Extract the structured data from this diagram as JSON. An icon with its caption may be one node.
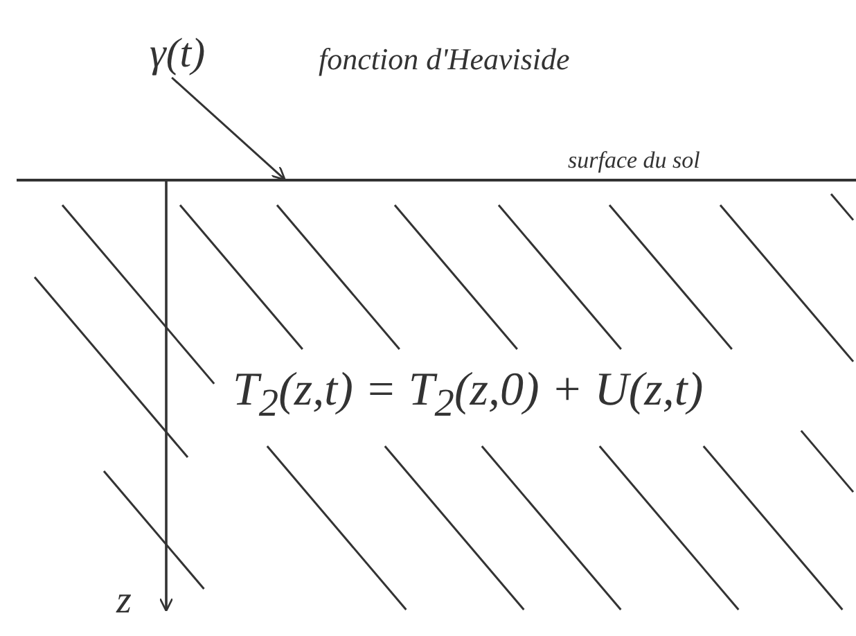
{
  "diagram": {
    "nodes": [
      {
        "text": [
          "γ(t)"
        ],
        "beside": [
          "fonction d'Heaviside"
        ]
      },
      {
        "text": [],
        "shape": "bar",
        "beside": [
          "surface du sol"
        ]
      }
    ],
    "edges": [
      {
        "from": 0,
        "to": 1,
        "arrow": "to"
      }
    ],
    "labels": [
      "T$_{2}$(z,t) = T$_{2}$(z,0) + U(z,t)",
      "z"
    ]
  }
}
